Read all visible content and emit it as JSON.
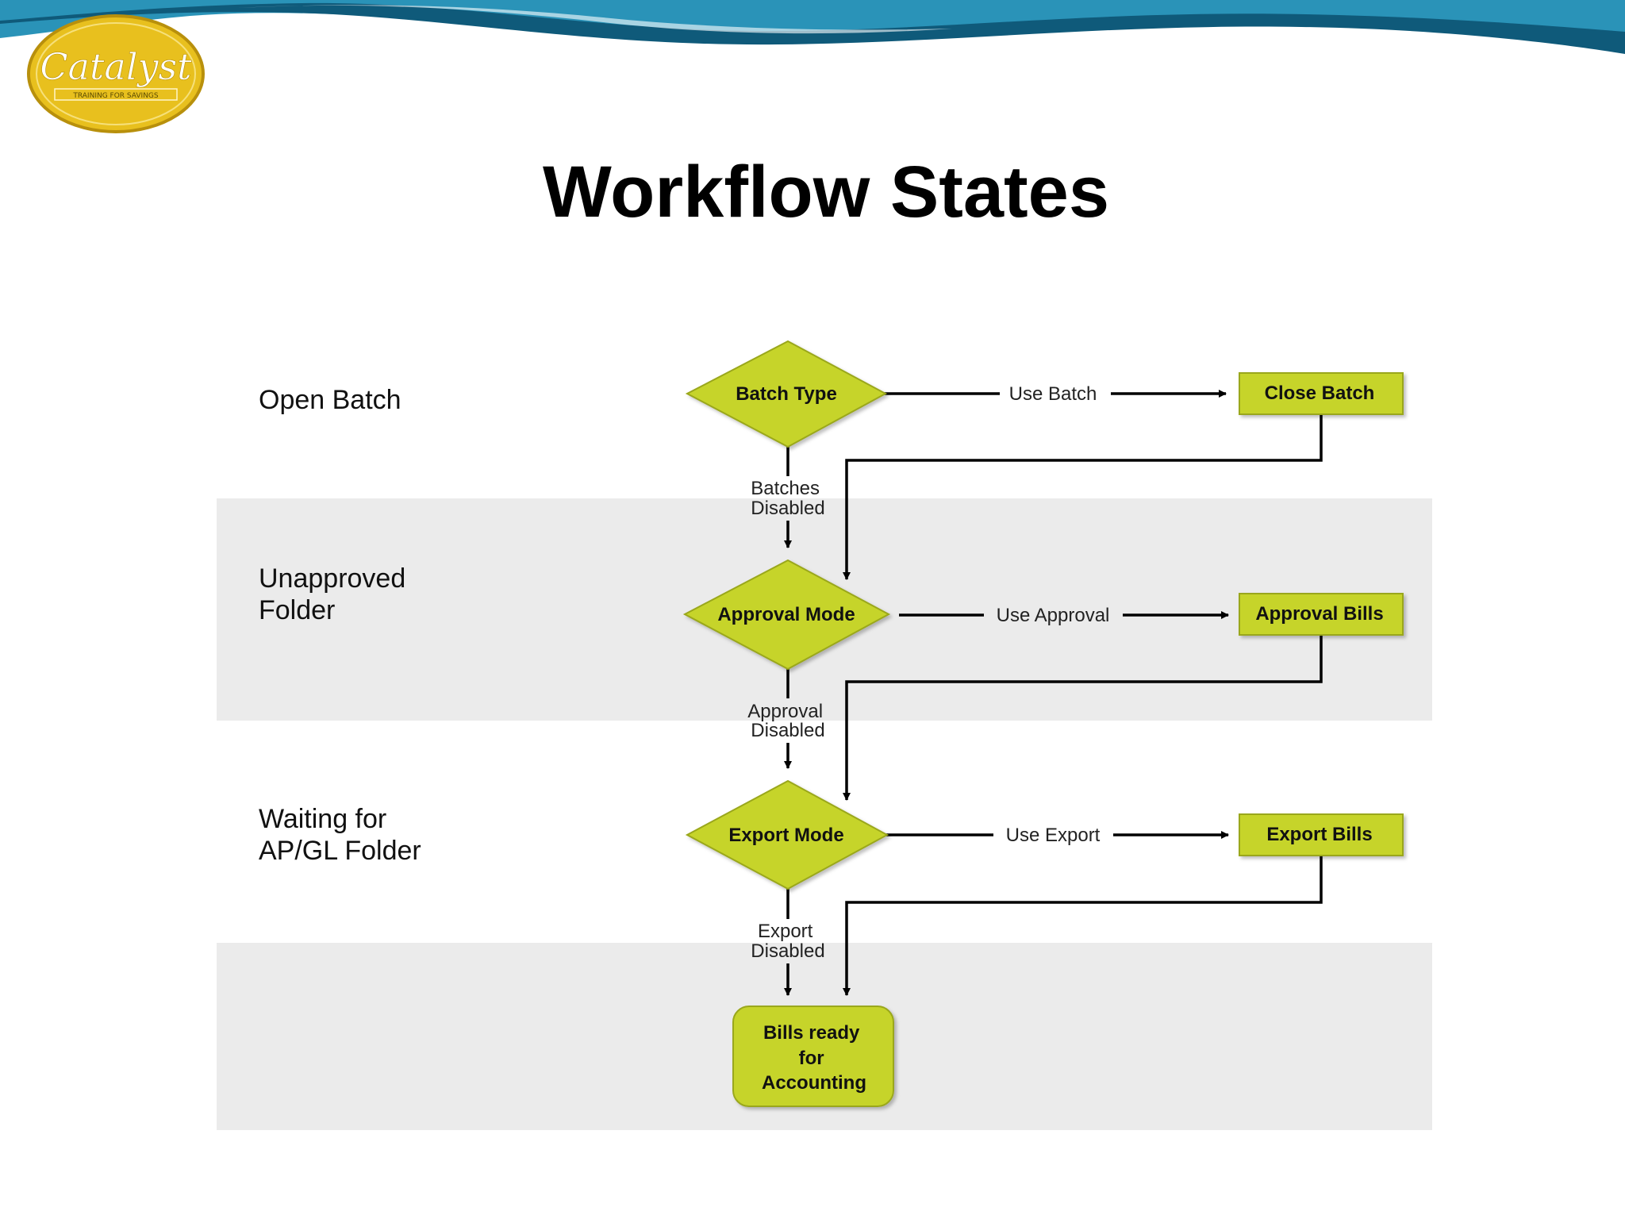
{
  "title": "Workflow States",
  "logo": {
    "name": "Catalyst",
    "tagline": "TRAINING FOR SAVINGS"
  },
  "colors": {
    "node_fill": "#c6d42a",
    "node_stroke": "#9aa71a",
    "lane_shade": "#ebebeb",
    "wave_dark": "#0f5a7a",
    "wave_mid": "#2a93b8",
    "wave_light": "#9ed6e8",
    "logo_gold": "#e8c01e"
  },
  "lanes": [
    {
      "label_lines": [
        "Open Batch"
      ],
      "shaded": false
    },
    {
      "label_lines": [
        "Unapproved",
        "Folder"
      ],
      "shaded": true
    },
    {
      "label_lines": [
        "Waiting for",
        "AP/GL Folder"
      ],
      "shaded": false
    },
    {
      "label_lines": [],
      "shaded": true
    }
  ],
  "nodes": {
    "batch_type": {
      "label_lines": [
        "Batch Type"
      ],
      "shape": "diamond"
    },
    "close_batch": {
      "label_lines": [
        "Close Batch"
      ],
      "shape": "rectangle"
    },
    "approval_mode": {
      "label_lines": [
        "Approval Mode"
      ],
      "shape": "diamond"
    },
    "approval_bills": {
      "label_lines": [
        "Approval Bills"
      ],
      "shape": "rectangle"
    },
    "export_mode": {
      "label_lines": [
        "Export Mode"
      ],
      "shape": "diamond"
    },
    "export_bills": {
      "label_lines": [
        "Export Bills"
      ],
      "shape": "rectangle"
    },
    "bills_ready": {
      "label_lines": [
        "Bills ready",
        "for",
        "Accounting"
      ],
      "shape": "rounded-rectangle"
    }
  },
  "edges": [
    {
      "from": "batch_type",
      "to": "close_batch",
      "label_lines": [
        "Use Batch"
      ]
    },
    {
      "from": "batch_type",
      "to": "approval_mode",
      "label_lines": [
        "Batches",
        "Disabled"
      ]
    },
    {
      "from": "close_batch",
      "to": "approval_mode",
      "label_lines": []
    },
    {
      "from": "approval_mode",
      "to": "approval_bills",
      "label_lines": [
        "Use Approval"
      ]
    },
    {
      "from": "approval_mode",
      "to": "export_mode",
      "label_lines": [
        "Approval",
        "Disabled"
      ]
    },
    {
      "from": "approval_bills",
      "to": "export_mode",
      "label_lines": []
    },
    {
      "from": "export_mode",
      "to": "export_bills",
      "label_lines": [
        "Use Export"
      ]
    },
    {
      "from": "export_mode",
      "to": "bills_ready",
      "label_lines": [
        "Export",
        "Disabled"
      ]
    },
    {
      "from": "export_bills",
      "to": "bills_ready",
      "label_lines": []
    }
  ]
}
